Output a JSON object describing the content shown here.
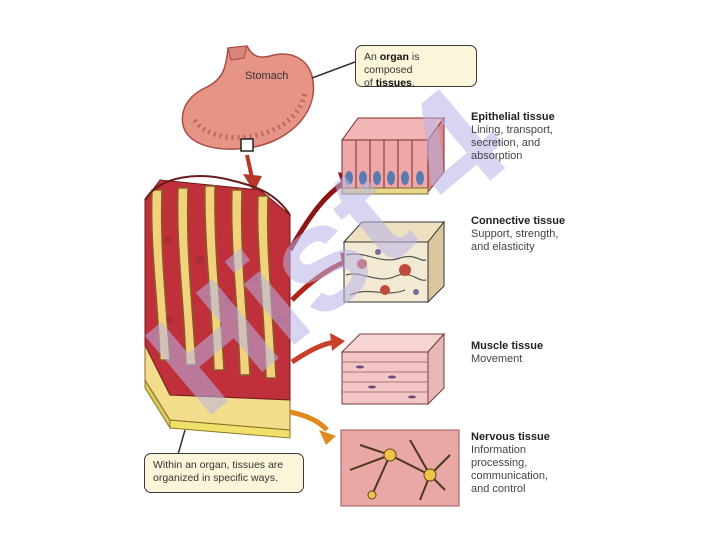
{
  "callout_top": {
    "pre": "An ",
    "bold1": "organ",
    "mid": " is composed\nof ",
    "bold2": "tissues",
    "post": "."
  },
  "callout_bottom": "Within an organ, tissues are\norganized in specific ways.",
  "stomach_label": "Stomach",
  "watermark": "Hist 4",
  "tissues": [
    {
      "title": "Epithelial tissue",
      "desc": "Lining, transport,\nsecretion, and\nabsorption"
    },
    {
      "title": "Connective tissue",
      "desc": "Support, strength,\nand elasticity"
    },
    {
      "title": "Muscle tissue",
      "desc": "Movement"
    },
    {
      "title": "Nervous tissue",
      "desc": "Information\nprocessing,\ncommunication,\nand control"
    }
  ],
  "colors": {
    "watermark": "#b9b4e8",
    "arrow_dark": "#8b1414",
    "arrow_orange": "#e08a1e",
    "callout_bg": "#fbf6d9"
  }
}
